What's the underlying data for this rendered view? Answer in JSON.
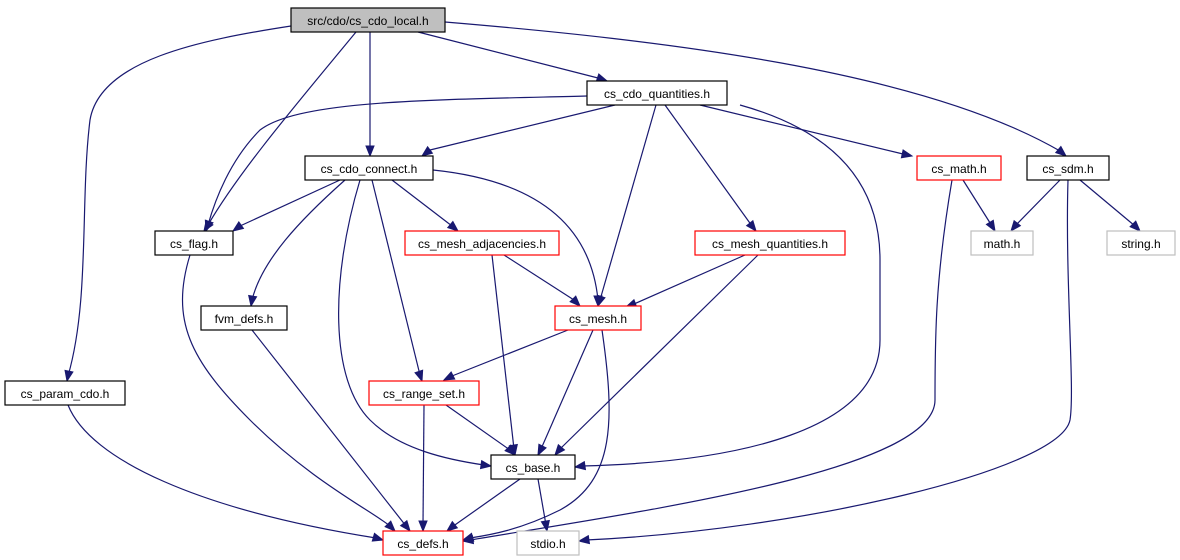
{
  "colors": {
    "edge": "#191970",
    "root_fill": "#bfbfbf",
    "root_border": "#000000",
    "default_border": "#000000",
    "incomplete_border": "#ff0000",
    "system_border": "#bfbfbf",
    "node_fill": "#ffffff"
  },
  "nodes": [
    {
      "id": "cs_cdo_local_h",
      "label": "src/cdo/cs_cdo_local.h",
      "kind": "root"
    },
    {
      "id": "cs_cdo_quantities_h",
      "label": "cs_cdo_quantities.h",
      "kind": "default"
    },
    {
      "id": "cs_cdo_connect_h",
      "label": "cs_cdo_connect.h",
      "kind": "default"
    },
    {
      "id": "cs_math_h",
      "label": "cs_math.h",
      "kind": "incomplete"
    },
    {
      "id": "cs_sdm_h",
      "label": "cs_sdm.h",
      "kind": "default"
    },
    {
      "id": "cs_flag_h",
      "label": "cs_flag.h",
      "kind": "default"
    },
    {
      "id": "cs_mesh_adjacencies_h",
      "label": "cs_mesh_adjacencies.h",
      "kind": "incomplete"
    },
    {
      "id": "cs_mesh_quantities_h",
      "label": "cs_mesh_quantities.h",
      "kind": "incomplete"
    },
    {
      "id": "math_h",
      "label": "math.h",
      "kind": "system"
    },
    {
      "id": "string_h",
      "label": "string.h",
      "kind": "system"
    },
    {
      "id": "fvm_defs_h",
      "label": "fvm_defs.h",
      "kind": "default"
    },
    {
      "id": "cs_mesh_h",
      "label": "cs_mesh.h",
      "kind": "incomplete"
    },
    {
      "id": "cs_param_cdo_h",
      "label": "cs_param_cdo.h",
      "kind": "default"
    },
    {
      "id": "cs_range_set_h",
      "label": "cs_range_set.h",
      "kind": "incomplete"
    },
    {
      "id": "cs_base_h",
      "label": "cs_base.h",
      "kind": "default"
    },
    {
      "id": "cs_defs_h",
      "label": "cs_defs.h",
      "kind": "incomplete"
    },
    {
      "id": "stdio_h",
      "label": "stdio.h",
      "kind": "system"
    }
  ],
  "edges": [
    {
      "from": "cs_cdo_local_h",
      "to": "cs_cdo_quantities_h"
    },
    {
      "from": "cs_cdo_local_h",
      "to": "cs_cdo_connect_h"
    },
    {
      "from": "cs_cdo_local_h",
      "to": "cs_flag_h"
    },
    {
      "from": "cs_cdo_local_h",
      "to": "cs_sdm_h"
    },
    {
      "from": "cs_cdo_local_h",
      "to": "cs_param_cdo_h"
    },
    {
      "from": "cs_cdo_quantities_h",
      "to": "cs_cdo_connect_h"
    },
    {
      "from": "cs_cdo_quantities_h",
      "to": "cs_flag_h"
    },
    {
      "from": "cs_cdo_quantities_h",
      "to": "cs_math_h"
    },
    {
      "from": "cs_cdo_quantities_h",
      "to": "cs_mesh_quantities_h"
    },
    {
      "from": "cs_cdo_quantities_h",
      "to": "cs_mesh_h"
    },
    {
      "from": "cs_cdo_quantities_h",
      "to": "cs_base_h"
    },
    {
      "from": "cs_cdo_connect_h",
      "to": "cs_flag_h"
    },
    {
      "from": "cs_cdo_connect_h",
      "to": "cs_mesh_adjacencies_h"
    },
    {
      "from": "cs_cdo_connect_h",
      "to": "fvm_defs_h"
    },
    {
      "from": "cs_cdo_connect_h",
      "to": "cs_mesh_h"
    },
    {
      "from": "cs_cdo_connect_h",
      "to": "cs_range_set_h"
    },
    {
      "from": "cs_cdo_connect_h",
      "to": "cs_base_h"
    },
    {
      "from": "cs_math_h",
      "to": "math_h"
    },
    {
      "from": "cs_math_h",
      "to": "cs_defs_h"
    },
    {
      "from": "cs_sdm_h",
      "to": "math_h"
    },
    {
      "from": "cs_sdm_h",
      "to": "string_h"
    },
    {
      "from": "cs_sdm_h",
      "to": "stdio_h"
    },
    {
      "from": "cs_flag_h",
      "to": "cs_defs_h"
    },
    {
      "from": "cs_mesh_adjacencies_h",
      "to": "cs_mesh_h"
    },
    {
      "from": "cs_mesh_adjacencies_h",
      "to": "cs_base_h"
    },
    {
      "from": "cs_mesh_quantities_h",
      "to": "cs_mesh_h"
    },
    {
      "from": "cs_mesh_quantities_h",
      "to": "cs_base_h"
    },
    {
      "from": "fvm_defs_h",
      "to": "cs_defs_h"
    },
    {
      "from": "cs_mesh_h",
      "to": "cs_range_set_h"
    },
    {
      "from": "cs_mesh_h",
      "to": "cs_base_h"
    },
    {
      "from": "cs_mesh_h",
      "to": "cs_defs_h"
    },
    {
      "from": "cs_param_cdo_h",
      "to": "cs_defs_h"
    },
    {
      "from": "cs_range_set_h",
      "to": "cs_base_h"
    },
    {
      "from": "cs_range_set_h",
      "to": "cs_defs_h"
    },
    {
      "from": "cs_base_h",
      "to": "cs_defs_h"
    },
    {
      "from": "cs_base_h",
      "to": "stdio_h"
    }
  ]
}
